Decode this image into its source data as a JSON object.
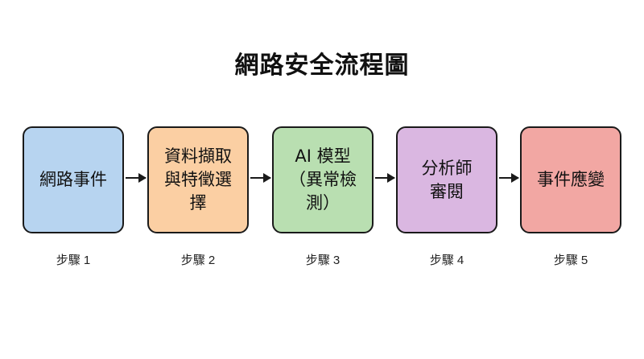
{
  "title": "網路安全流程圖",
  "steps": [
    {
      "label": "網路事件",
      "step": "步驟 1",
      "color": "#b7d4f0"
    },
    {
      "label": "資料擷取與特徵選擇",
      "step": "步驟 2",
      "color": "#fbcfa3"
    },
    {
      "label": "AI 模型（異常檢測）",
      "step": "步驟 3",
      "color": "#b9dfb1"
    },
    {
      "label": "分析師審閱",
      "step": "步驟 4",
      "color": "#dab7e1"
    },
    {
      "label": "事件應變",
      "step": "步驟 5",
      "color": "#f2a7a3"
    }
  ],
  "connectors": [
    "arrow",
    "arrow",
    "arrow",
    "arrow"
  ]
}
